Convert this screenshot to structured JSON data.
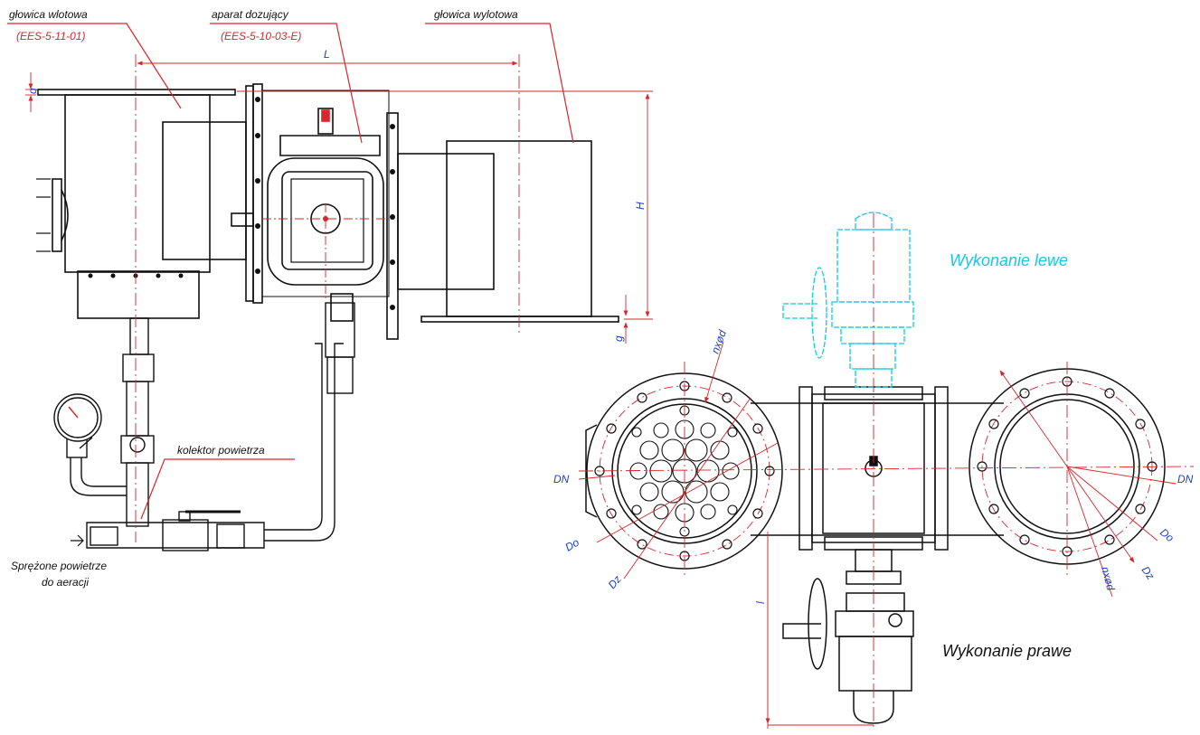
{
  "labels": {
    "inlet_head": "głowica wlotowa",
    "inlet_head_code": "(EES-5-11-01)",
    "dosing_unit": "aparat dozujący",
    "dosing_unit_code": "(EES-5-10-03-E)",
    "outlet_head": "głowica wylotowa",
    "air_collector": "kolektor powietrza",
    "compressed_air_1": "Sprężone powietrze",
    "compressed_air_2": "do aeracji",
    "left_version": "Wykonanie lewe",
    "right_version": "Wykonanie prawe"
  },
  "dimensions": {
    "L": "L",
    "g_top": "g",
    "g_bottom": "g",
    "H": "H",
    "l": "l",
    "DN_left": "DN",
    "DN_right": "DN",
    "Do_left": "Do",
    "Do_right": "Do",
    "Dz_left": "Dz",
    "Dz_right": "Dz",
    "nxd_left": "nxød",
    "nxd_right": "nxød"
  },
  "colors": {
    "outline": "#111111",
    "leader": "#d8262b",
    "dimension": "#1f3fc4",
    "alternate": "#14c8e6"
  }
}
